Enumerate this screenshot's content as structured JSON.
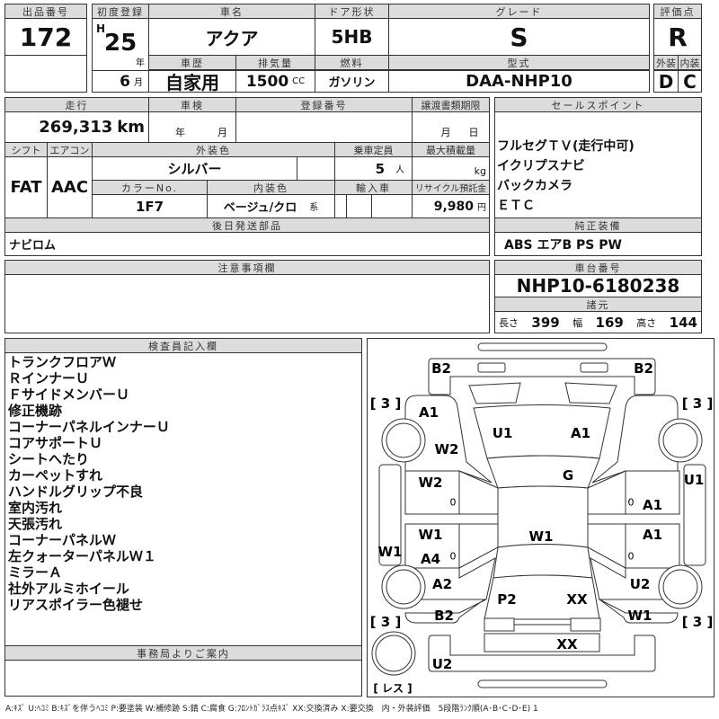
{
  "header": {
    "lot_label": "出品番号",
    "lot": "172",
    "first_reg_label": "初度登録",
    "era": "H",
    "year": "25",
    "year_unit": "年",
    "month": "6",
    "month_unit": "月",
    "car_name_label": "車名",
    "car_name": "アクア",
    "door_label": "ドア形状",
    "door": "5HB",
    "grade_label": "グレード",
    "grade": "S",
    "score_label": "評価点",
    "score": "R",
    "history_label": "車歴",
    "history": "自家用",
    "displacement_label": "排気量",
    "displacement": "1500",
    "displacement_unit": "CC",
    "fuel_label": "燃料",
    "fuel": "ガソリン",
    "model_label": "型式",
    "model": "DAA-NHP10",
    "exterior_label": "外装",
    "exterior": "D",
    "interior_label": "内装",
    "interior": "C"
  },
  "details": {
    "mileage_label": "走行",
    "mileage": "269,313",
    "mileage_unit": "km",
    "inspection_label": "車検",
    "insp_year": "年",
    "insp_month": "月",
    "reg_no_label": "登録番号",
    "transfer_label": "譲渡書類期限",
    "transfer_month": "月",
    "transfer_day": "日",
    "shift_label": "シフト",
    "shift": "FAT",
    "ac_label": "エアコン",
    "ac": "AAC",
    "color_label": "外装色",
    "color": "シルバー",
    "seats_label": "乗車定員",
    "seats": "5",
    "seats_unit": "人",
    "load_label": "最大積載量",
    "load_unit": "kg",
    "color_no_label": "カラーNo.",
    "color_no": "1F7",
    "int_color_label": "内装色",
    "int_color": "ベージュ/クロ",
    "int_color_unit": "系",
    "import_label": "輸入車",
    "recycle_label": "リサイクル預託金",
    "recycle": "9,980",
    "recycle_unit": "円",
    "later_parts_label": "後日発送部品",
    "later_parts": "ナビロム"
  },
  "sales": {
    "label": "セールスポイント",
    "points": [
      "フルセグＴＶ(走行中可)",
      "イクリプスナビ",
      "バックカメラ",
      "ＥＴＣ"
    ],
    "equipment_label": "純正装備",
    "equipment": "ABS エアB PS PW"
  },
  "notes_label": "注意事項欄",
  "chassis": {
    "label": "車台番号",
    "number": "NHP10-6180238",
    "spec_label": "諸元",
    "length_label": "長さ",
    "length": "399",
    "width_label": "幅",
    "width": "169",
    "height_label": "高さ",
    "height": "144"
  },
  "inspector": {
    "label": "検査員記入欄",
    "lines": [
      "トランクフロアＷ",
      "ＲインナーＵ",
      "ＦサイドメンバーＵ",
      "修正機跡",
      "コーナーパネルインナーＵ",
      "コアサポートＵ",
      "シートへたり",
      "カーペットすれ",
      "ハンドルグリップ不良",
      "室内汚れ",
      "天張汚れ",
      "コーナーパネルＷ",
      "左クォーターパネルＷ１",
      "ミラーＡ",
      "社外アルミホイール",
      "リアスポイラー色褪せ"
    ]
  },
  "office_label": "事務局よりご案内",
  "diagram": {
    "marks": [
      "B2",
      "B2",
      "[ 3 ]",
      "[ 3 ]",
      "A1",
      "U1",
      "A1",
      "W2",
      "G",
      "W2",
      "U1",
      "0",
      "0",
      "A1",
      "W1",
      "W1",
      "A1",
      "W1",
      "A4",
      "0",
      "0",
      "A2",
      "U2",
      "P2",
      "XX",
      "B2",
      "W1",
      "[ 3 ]",
      "[ 3 ]",
      "XX",
      "U2",
      "[ レス ]"
    ]
  },
  "legend": "A:ｷｽﾞ U:ﾍｺﾐ B:ｷｽﾞを伴うﾍｺﾐ P:要塗装 W:補修跡 S:錆 C:腐食 G:ﾌﾛﾝﾄｶﾞﾗｽ点ｷｽﾞ XX:交換済み X:要交換　内・外装評価　5段階ﾗﾝｸ順(A･B･C･D･E) 1"
}
